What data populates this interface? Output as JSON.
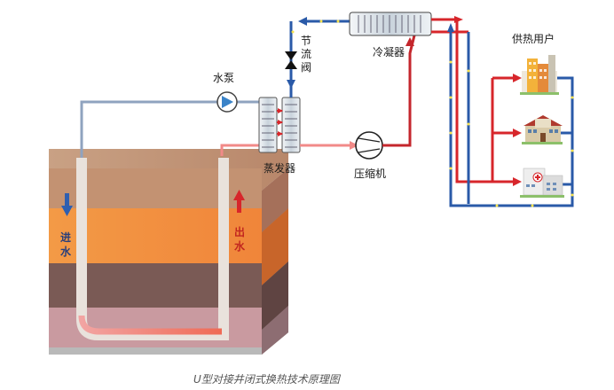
{
  "labels": {
    "throttle_valve": [
      "节",
      "流",
      "阀"
    ],
    "water_pump": "水泵",
    "condenser": "冷凝器",
    "heat_users": "供热用户",
    "evaporator": "蒸发器",
    "compressor": "压缩机",
    "water_in": [
      "进",
      "水"
    ],
    "water_out": [
      "出",
      "水"
    ]
  },
  "caption": "U型对接井闭式换热技术原理图",
  "colors": {
    "hot_pipe": "#d7262b",
    "cold_pipe": "#2a5aa8",
    "loop_pipe": "#8fa3bf",
    "in_arrow": "#2f5fb0",
    "out_arrow": "#d7262b",
    "ground_top": "#c39272",
    "ground_orange": "#f0933a",
    "ground_dark": "#7a5a55",
    "ground_pink": "#c99aa0"
  },
  "icons": [
    "pump-icon",
    "compressor-icon",
    "valve-icon",
    "residential-building-icon",
    "school-building-icon",
    "hospital-building-icon"
  ]
}
